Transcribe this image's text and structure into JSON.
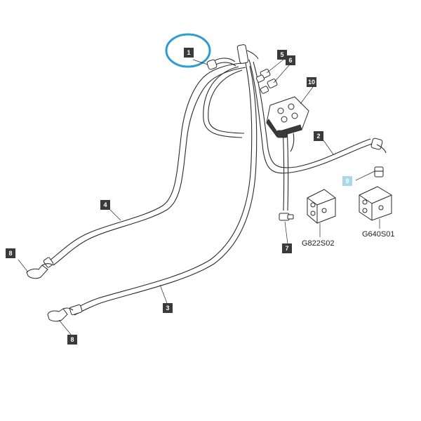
{
  "callouts": {
    "c1": "1",
    "c2": "2",
    "c3": "3",
    "c4": "4",
    "c5": "5",
    "c6": "6",
    "c7": "7",
    "c8a": "8",
    "c8b": "8",
    "c9": "9",
    "c10": "10"
  },
  "part_codes": {
    "block_left": "G822S02",
    "block_right": "G640S01"
  },
  "colors": {
    "line": "#2a2a2a",
    "callout_bg": "#3a3a3a",
    "highlight_callout": "#a8d8ea",
    "highlight_circle": "#2a9fd0"
  }
}
